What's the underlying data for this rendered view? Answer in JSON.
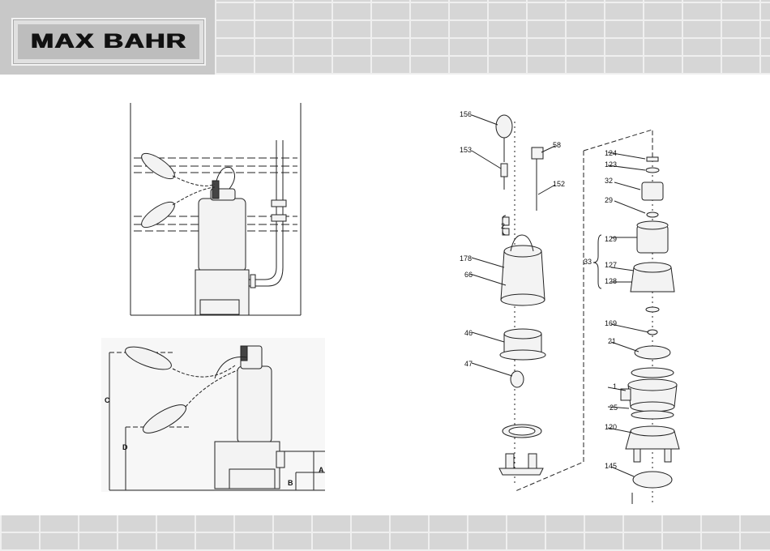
{
  "brand": {
    "logo_text": "MAX BAHR"
  },
  "dimension_diagram": {
    "labels": [
      "C",
      "D",
      "A",
      "B"
    ]
  },
  "exploded_view": {
    "callouts": [
      "156",
      "153",
      "58",
      "152",
      "2",
      "178",
      "66",
      "46",
      "47",
      "124",
      "123",
      "32",
      "29",
      "129",
      "33",
      "127",
      "128",
      "169",
      "21",
      "1",
      "25",
      "120",
      "145"
    ]
  }
}
